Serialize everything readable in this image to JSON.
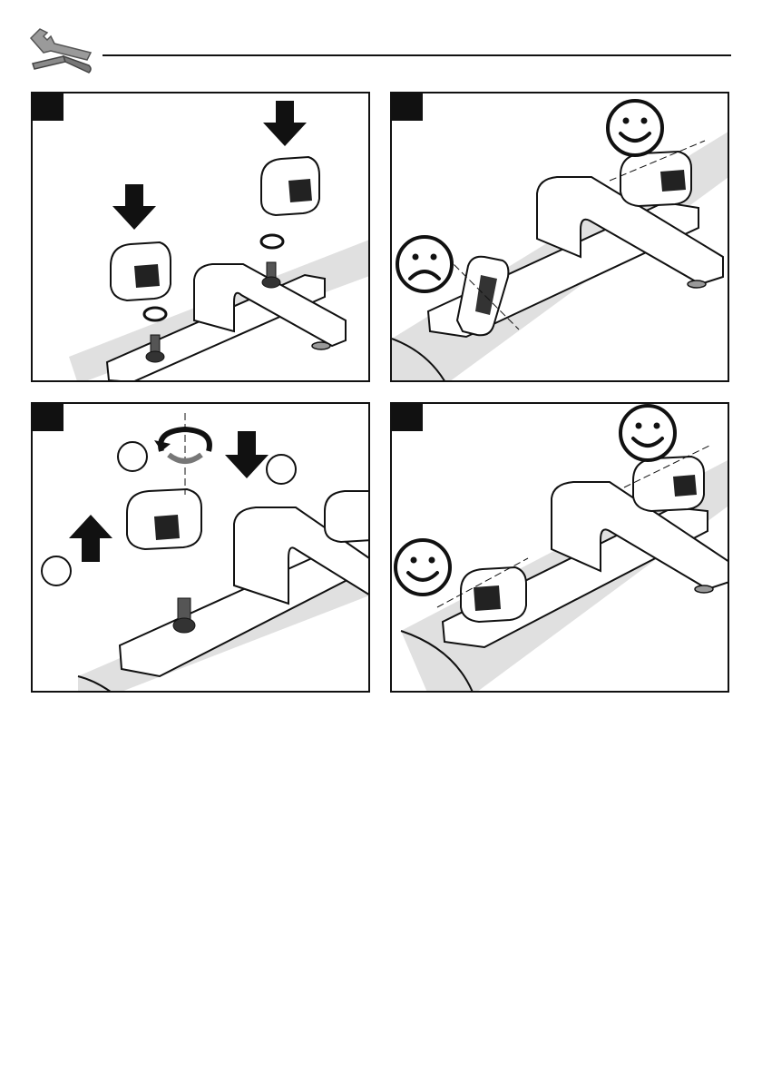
{
  "header": {
    "icon": "wrench-screwdriver-icon"
  },
  "panels": [
    {
      "step": "",
      "content": "fit-handles-on-spindles"
    },
    {
      "step": "",
      "content": "handle-misaligned-vs-aligned"
    },
    {
      "step": "",
      "content": "remove-rotate-refit-handle",
      "callouts": [
        "",
        "",
        ""
      ]
    },
    {
      "step": "",
      "content": "both-handles-aligned"
    }
  ],
  "icons": {
    "arrow": "arrow-down-icon",
    "happy": "smiley-happy-icon",
    "sad": "smiley-sad-icon",
    "rotate": "rotate-icon"
  },
  "colors": {
    "line": "#111111",
    "deck_shade": "#d9d9d9",
    "badge": "#111111"
  }
}
